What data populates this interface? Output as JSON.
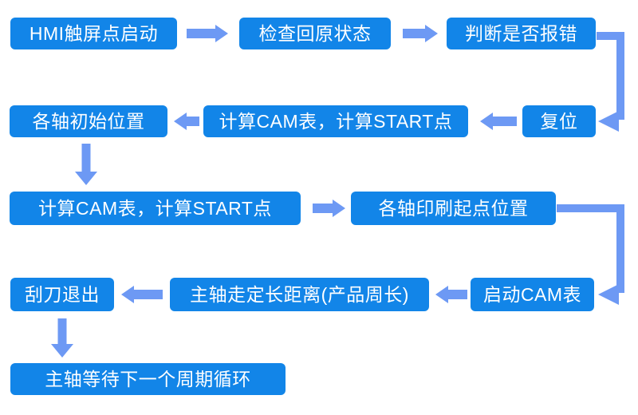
{
  "colors": {
    "box": "#1285e8",
    "arrow": "#6d99f4",
    "text": "#ffffff",
    "background": "#ffffff"
  },
  "nodes": [
    {
      "id": "hmi-start",
      "label": "HMI触屏点启动"
    },
    {
      "id": "check-home",
      "label": "检查回原状态"
    },
    {
      "id": "judge-error",
      "label": "判断是否报错"
    },
    {
      "id": "axes-initial",
      "label": "各轴初始位置"
    },
    {
      "id": "calc-cam-start-1",
      "label": "计算CAM表，计算START点"
    },
    {
      "id": "reset",
      "label": "复位"
    },
    {
      "id": "calc-cam-start-2",
      "label": "计算CAM表，计算START点"
    },
    {
      "id": "axes-print-start",
      "label": "各轴印刷起点位置"
    },
    {
      "id": "scraper-exit",
      "label": "刮刀退出"
    },
    {
      "id": "spindle-distance",
      "label": "主轴走定长距离(产品周长)"
    },
    {
      "id": "start-cam",
      "label": "启动CAM表"
    },
    {
      "id": "spindle-wait",
      "label": "主轴等待下一个周期循环"
    }
  ],
  "edges": [
    {
      "from": "hmi-start",
      "to": "check-home",
      "direction": "right"
    },
    {
      "from": "check-home",
      "to": "judge-error",
      "direction": "right"
    },
    {
      "from": "judge-error",
      "to": "reset",
      "direction": "elbow-right-down"
    },
    {
      "from": "reset",
      "to": "calc-cam-start-1",
      "direction": "left"
    },
    {
      "from": "calc-cam-start-1",
      "to": "axes-initial",
      "direction": "left"
    },
    {
      "from": "axes-initial",
      "to": "calc-cam-start-2",
      "direction": "down"
    },
    {
      "from": "calc-cam-start-2",
      "to": "axes-print-start",
      "direction": "right"
    },
    {
      "from": "axes-print-start",
      "to": "start-cam",
      "direction": "elbow-right-down"
    },
    {
      "from": "start-cam",
      "to": "spindle-distance",
      "direction": "left"
    },
    {
      "from": "spindle-distance",
      "to": "scraper-exit",
      "direction": "left"
    },
    {
      "from": "scraper-exit",
      "to": "spindle-wait",
      "direction": "down"
    }
  ]
}
